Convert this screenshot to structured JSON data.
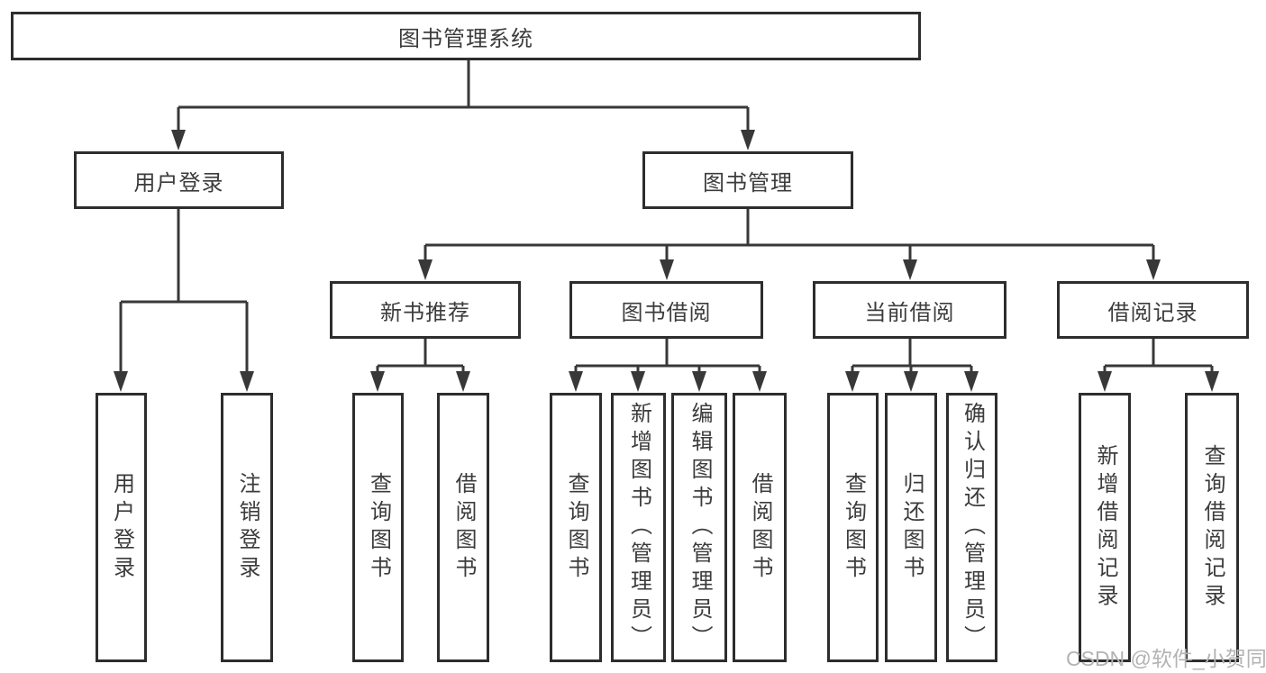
{
  "diagram": {
    "type": "hierarchy-tree",
    "title": "图书管理系统",
    "nodes": {
      "root": {
        "label": "图书管理系统"
      },
      "user_login": {
        "label": "用户登录"
      },
      "book_mgmt": {
        "label": "图书管理"
      },
      "new_book_rec": {
        "label": "新书推荐"
      },
      "book_borrow": {
        "label": "图书借阅"
      },
      "current_borrow": {
        "label": "当前借阅"
      },
      "borrow_record": {
        "label": "借阅记录"
      },
      "login_leaf": {
        "label": "用户登录"
      },
      "logout_leaf": {
        "label": "注销登录"
      },
      "rec_query": {
        "label": "查询图书"
      },
      "rec_borrow": {
        "label": "借阅图书"
      },
      "bb_query": {
        "label": "查询图书"
      },
      "bb_add": {
        "label": "新增图书（管理员）"
      },
      "bb_edit": {
        "label": "编辑图书（管理员）"
      },
      "bb_borrow": {
        "label": "借阅图书"
      },
      "cb_query": {
        "label": "查询图书"
      },
      "cb_return": {
        "label": "归还图书"
      },
      "cb_confirm": {
        "label": "确认归还（管理员）"
      },
      "br_add": {
        "label": "新增借阅记录"
      },
      "br_query": {
        "label": "查询借阅记录"
      }
    },
    "hierarchy": {
      "图书管理系统": {
        "用户登录": [
          "用户登录",
          "注销登录"
        ],
        "图书管理": {
          "新书推荐": [
            "查询图书",
            "借阅图书"
          ],
          "图书借阅": [
            "查询图书",
            "新增图书（管理员）",
            "编辑图书（管理员）",
            "借阅图书"
          ],
          "当前借阅": [
            "查询图书",
            "归还图书",
            "确认归还（管理员）"
          ],
          "借阅记录": [
            "新增借阅记录",
            "查询借阅记录"
          ]
        }
      }
    },
    "colors": {
      "box_border": "#2d2d2d",
      "connector": "#383838",
      "text": "#3c3c3c",
      "background": "#ffffff",
      "watermark": "#b3b3b3"
    }
  },
  "watermark": {
    "label": "CSDN @软件_小贺同学"
  }
}
